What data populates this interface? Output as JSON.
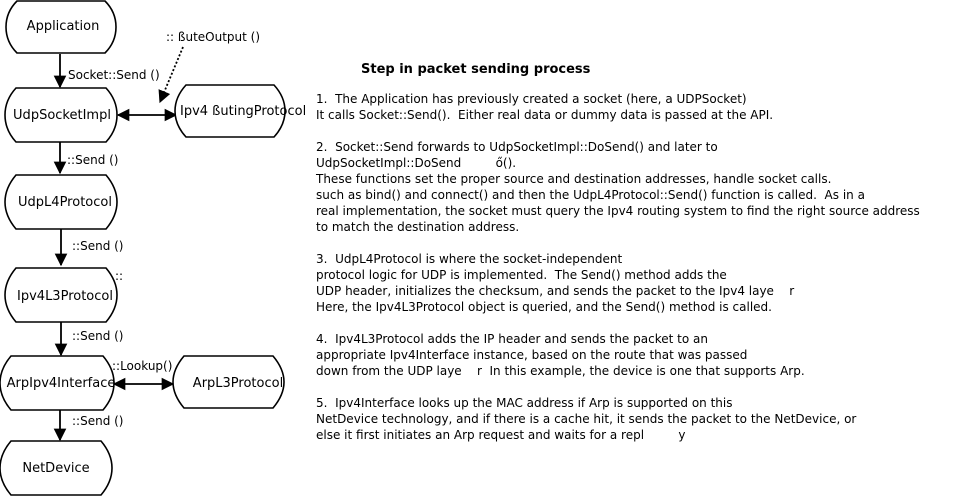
{
  "nodes": {
    "application": "Application",
    "udp_socket_impl": "UdpSocketImpl",
    "ipv4_routing": "Ipv4   ßutingProtocol",
    "udp_l4": "UdpL4Protocol",
    "ipv4_l3": "Ipv4L3Protocol",
    "arp_ipv4_interface": "ArpIpv4Interface",
    "arp_l3": "ArpL3Protocol",
    "net_device": "NetDevice"
  },
  "edges": {
    "route_output": "::    ßuteOutput ()",
    "socket_send": "Socket::Send ()",
    "send_1": "::Send ()",
    "send_2": "::Send ()",
    "colons": "::",
    "send_3": "::Send ()",
    "lookup": "::Lookup()",
    "send_4": "::Send ()"
  },
  "panel": {
    "title": "Step in packet sending process",
    "steps": [
      [
        "1.  The Application has previously created a socket (here, a UDPSocket)",
        "It calls Socket::Send().  Either real data or dummy data is passed at the API."
      ],
      [
        "2.  Socket::Send forwards to UdpSocketImpl::DoSend() and later to",
        "UdpSocketImpl::DoSend         ő().",
        "These functions set the proper source and destination addresses, handle socket calls.",
        "such as bind() and connect() and then the UdpL4Protocol::Send() function is called.  As in a",
        "real implementation, the socket must query the Ipv4 routing system to find the right source address",
        "to match the destination address."
      ],
      [
        "3.  UdpL4Protocol is where the socket-independent",
        "protocol logic for UDP is implemented.  The Send() method adds the",
        "UDP header, initializes the checksum, and sends the packet to the Ipv4 laye    r",
        "Here, the Ipv4L3Protocol object is queried, and the Send() method is called."
      ],
      [
        "4.  Ipv4L3Protocol adds the IP header and sends the packet to an",
        "appropriate Ipv4Interface instance, based on the route that was passed",
        "down from the UDP laye    r  In this example, the device is one that supports Arp."
      ],
      [
        "5.  Ipv4Interface looks up the MAC address if Arp is supported on this",
        "NetDevice technology, and if there is a cache hit, it sends the packet to the NetDevice, or",
        "else it first initiates an Arp request and waits for a repl         y"
      ]
    ]
  }
}
